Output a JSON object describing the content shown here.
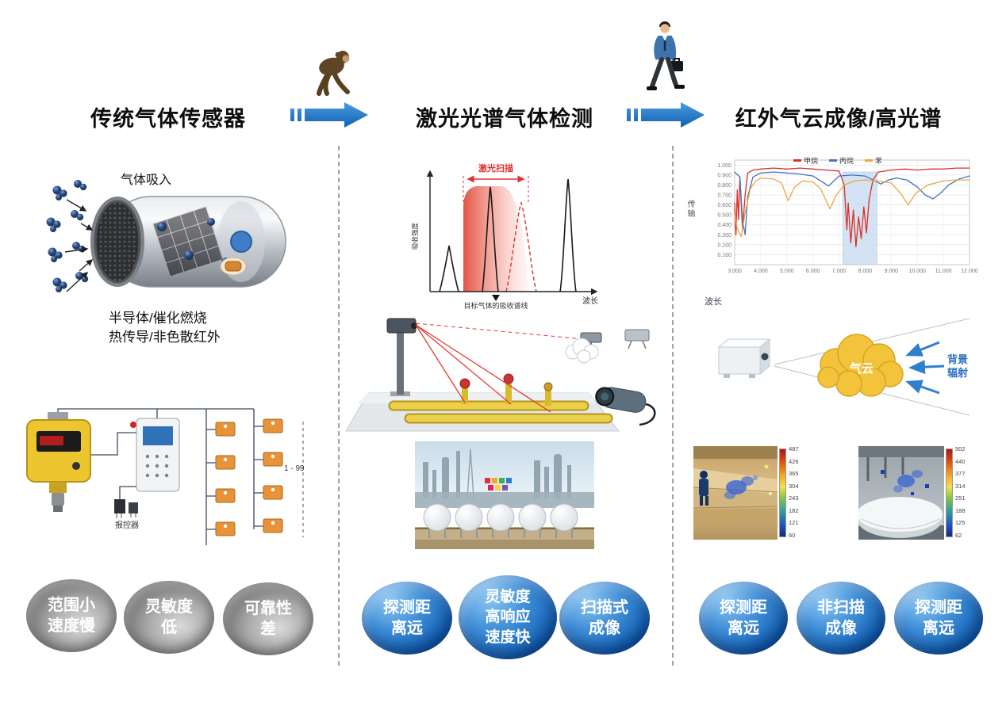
{
  "titles": {
    "col1": "传统气体传感器",
    "col2": "激光光谱气体检测",
    "col3": "红外气云成像/高光谱"
  },
  "col1": {
    "intake_label": "气体吸入",
    "tech_text": "半导体/催化燃烧\n热传导/非色散红外",
    "controller_label": "报控器",
    "range_label": "1 - 99",
    "bubbles": [
      "范围小\n速度慢",
      "灵敏度\n低",
      "可靠性\n差"
    ]
  },
  "col2": {
    "spectrum": {
      "scan_label": "激光扫描",
      "y_axis": "吸收强度",
      "x_axis": "波长",
      "annotation": "目标气体的吸收谱线"
    },
    "bubbles": [
      "探测距\n离远",
      "灵敏度\n高响应\n速度快",
      "扫描式\n成像"
    ]
  },
  "col3": {
    "cloud_label": "气云",
    "radiation_label": "背景\n辐射",
    "thermal1_scale": [
      "487",
      "426",
      "365",
      "304",
      "243",
      "182",
      "121",
      "60"
    ],
    "thermal2_scale": [
      "502",
      "440",
      "377",
      "314",
      "251",
      "188",
      "125",
      "62"
    ],
    "bubbles": [
      "探测距\n离远",
      "非扫描\n成像",
      "探测距\n离远"
    ],
    "chart_data": {
      "type": "line",
      "xlabel": "波长",
      "ylabel": "传输",
      "xlim": [
        3,
        12
      ],
      "ylim": [
        0,
        1.05
      ],
      "x_ticks": [
        "3.000",
        "4.000",
        "5.000",
        "6.000",
        "7.000",
        "8.000",
        "9.000",
        "10.000",
        "11.000",
        "12.000"
      ],
      "y_ticks": [
        "1.000",
        "0.900",
        "0.800",
        "0.700",
        "0.600",
        "0.500",
        "0.400",
        "0.300",
        "0.200",
        "0.100"
      ],
      "band": [
        7.15,
        8.45
      ],
      "series": [
        {
          "name": "甲烷",
          "color": "#d93025",
          "points": [
            [
              3.0,
              0.62
            ],
            [
              3.05,
              0.3
            ],
            [
              3.1,
              0.75
            ],
            [
              3.15,
              0.45
            ],
            [
              3.2,
              0.88
            ],
            [
              3.3,
              0.35
            ],
            [
              3.4,
              0.7
            ],
            [
              3.5,
              0.92
            ],
            [
              3.7,
              0.95
            ],
            [
              4.0,
              0.96
            ],
            [
              4.5,
              0.97
            ],
            [
              5.0,
              0.96
            ],
            [
              5.5,
              0.97
            ],
            [
              6.0,
              0.96
            ],
            [
              6.5,
              0.95
            ],
            [
              7.0,
              0.94
            ],
            [
              7.2,
              0.8
            ],
            [
              7.3,
              0.35
            ],
            [
              7.35,
              0.62
            ],
            [
              7.45,
              0.22
            ],
            [
              7.55,
              0.55
            ],
            [
              7.65,
              0.18
            ],
            [
              7.75,
              0.48
            ],
            [
              7.85,
              0.26
            ],
            [
              7.95,
              0.58
            ],
            [
              8.05,
              0.32
            ],
            [
              8.15,
              0.65
            ],
            [
              8.3,
              0.85
            ],
            [
              8.5,
              0.93
            ],
            [
              9.0,
              0.95
            ],
            [
              9.5,
              0.96
            ],
            [
              10.0,
              0.95
            ],
            [
              10.5,
              0.96
            ],
            [
              11.0,
              0.96
            ],
            [
              11.5,
              0.97
            ],
            [
              12.0,
              0.97
            ]
          ]
        },
        {
          "name": "丙烷",
          "color": "#4472c4",
          "points": [
            [
              3.0,
              0.93
            ],
            [
              3.2,
              0.88
            ],
            [
              3.3,
              0.45
            ],
            [
              3.4,
              0.3
            ],
            [
              3.5,
              0.68
            ],
            [
              3.7,
              0.88
            ],
            [
              4.0,
              0.92
            ],
            [
              4.5,
              0.93
            ],
            [
              5.0,
              0.92
            ],
            [
              5.5,
              0.91
            ],
            [
              6.0,
              0.89
            ],
            [
              6.3,
              0.84
            ],
            [
              6.6,
              0.79
            ],
            [
              6.8,
              0.84
            ],
            [
              7.0,
              0.89
            ],
            [
              7.5,
              0.9
            ],
            [
              8.0,
              0.89
            ],
            [
              8.3,
              0.85
            ],
            [
              8.6,
              0.81
            ],
            [
              8.9,
              0.85
            ],
            [
              9.2,
              0.87
            ],
            [
              9.6,
              0.85
            ],
            [
              10.0,
              0.78
            ],
            [
              10.3,
              0.7
            ],
            [
              10.6,
              0.66
            ],
            [
              10.9,
              0.72
            ],
            [
              11.2,
              0.8
            ],
            [
              11.6,
              0.86
            ],
            [
              12.0,
              0.89
            ]
          ]
        },
        {
          "name": "苯",
          "color": "#f2a63a",
          "points": [
            [
              3.0,
              0.5
            ],
            [
              3.1,
              0.36
            ],
            [
              3.25,
              0.28
            ],
            [
              3.4,
              0.52
            ],
            [
              3.6,
              0.76
            ],
            [
              3.8,
              0.84
            ],
            [
              4.0,
              0.87
            ],
            [
              4.5,
              0.86
            ],
            [
              4.8,
              0.82
            ],
            [
              5.05,
              0.64
            ],
            [
              5.3,
              0.78
            ],
            [
              5.6,
              0.84
            ],
            [
              6.0,
              0.83
            ],
            [
              6.3,
              0.76
            ],
            [
              6.65,
              0.56
            ],
            [
              6.9,
              0.7
            ],
            [
              7.2,
              0.8
            ],
            [
              7.6,
              0.84
            ],
            [
              8.0,
              0.85
            ],
            [
              8.5,
              0.84
            ],
            [
              9.0,
              0.82
            ],
            [
              9.35,
              0.72
            ],
            [
              9.65,
              0.6
            ],
            [
              9.95,
              0.72
            ],
            [
              10.4,
              0.8
            ],
            [
              11.0,
              0.84
            ],
            [
              11.5,
              0.85
            ],
            [
              12.0,
              0.85
            ]
          ]
        }
      ]
    }
  }
}
